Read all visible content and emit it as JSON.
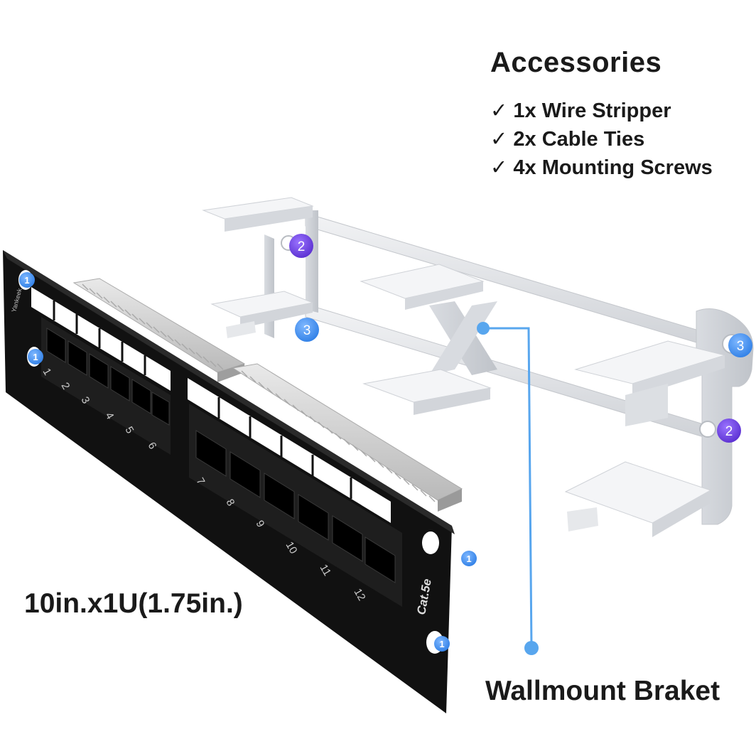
{
  "accessories": {
    "title": "Accessories",
    "items": [
      {
        "check": "✓",
        "text": "1x Wire Stripper"
      },
      {
        "check": "✓",
        "text": "2x Cable Ties"
      },
      {
        "check": "✓",
        "text": "4x Mounting Screws"
      }
    ]
  },
  "size_label": "10in.x1U(1.75in.)",
  "bracket_label": "Wallmount Braket",
  "panel": {
    "brand": "Yankeek",
    "category": "Cat.5e",
    "port_numbers": [
      "1",
      "2",
      "3",
      "4",
      "5",
      "6",
      "7",
      "8",
      "9",
      "10",
      "11",
      "12"
    ]
  },
  "markers": {
    "one": "1",
    "two": "2",
    "three": "3"
  },
  "colors": {
    "panel": "#111111",
    "bracket": "#e4e6ea",
    "marker_blue": "#3c8ef2",
    "marker_purple": "#6a3fd6",
    "leader_line": "#58a6ee"
  }
}
